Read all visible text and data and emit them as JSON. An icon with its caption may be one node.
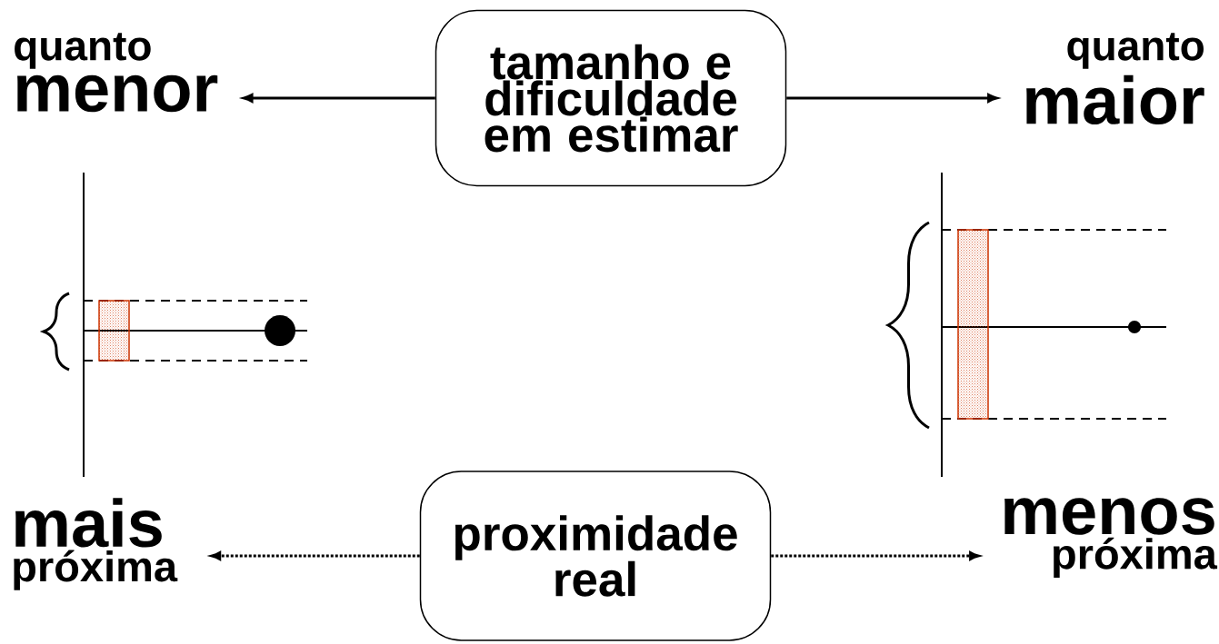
{
  "diagram": {
    "nodes": [
      {
        "text": [
          "tamanho e dificuldade em estimar"
        ]
      },
      {
        "text": [
          "quanto",
          "menor"
        ]
      },
      {
        "text": [
          "quanto",
          "maior"
        ]
      },
      {
        "text": [
          "proximidade real"
        ]
      },
      {
        "text": [
          "mais",
          "próxima"
        ]
      },
      {
        "text": [
          "menos",
          "próxima"
        ]
      }
    ],
    "edges": [
      {
        "from": 0,
        "to": 1,
        "arrow": "to"
      },
      {
        "from": 0,
        "to": 2,
        "arrow": "to"
      },
      {
        "from": 3,
        "to": 4,
        "arrow": "to",
        "style": "dashed"
      },
      {
        "from": 3,
        "to": 5,
        "arrow": "to",
        "style": "dashed"
      }
    ]
  }
}
